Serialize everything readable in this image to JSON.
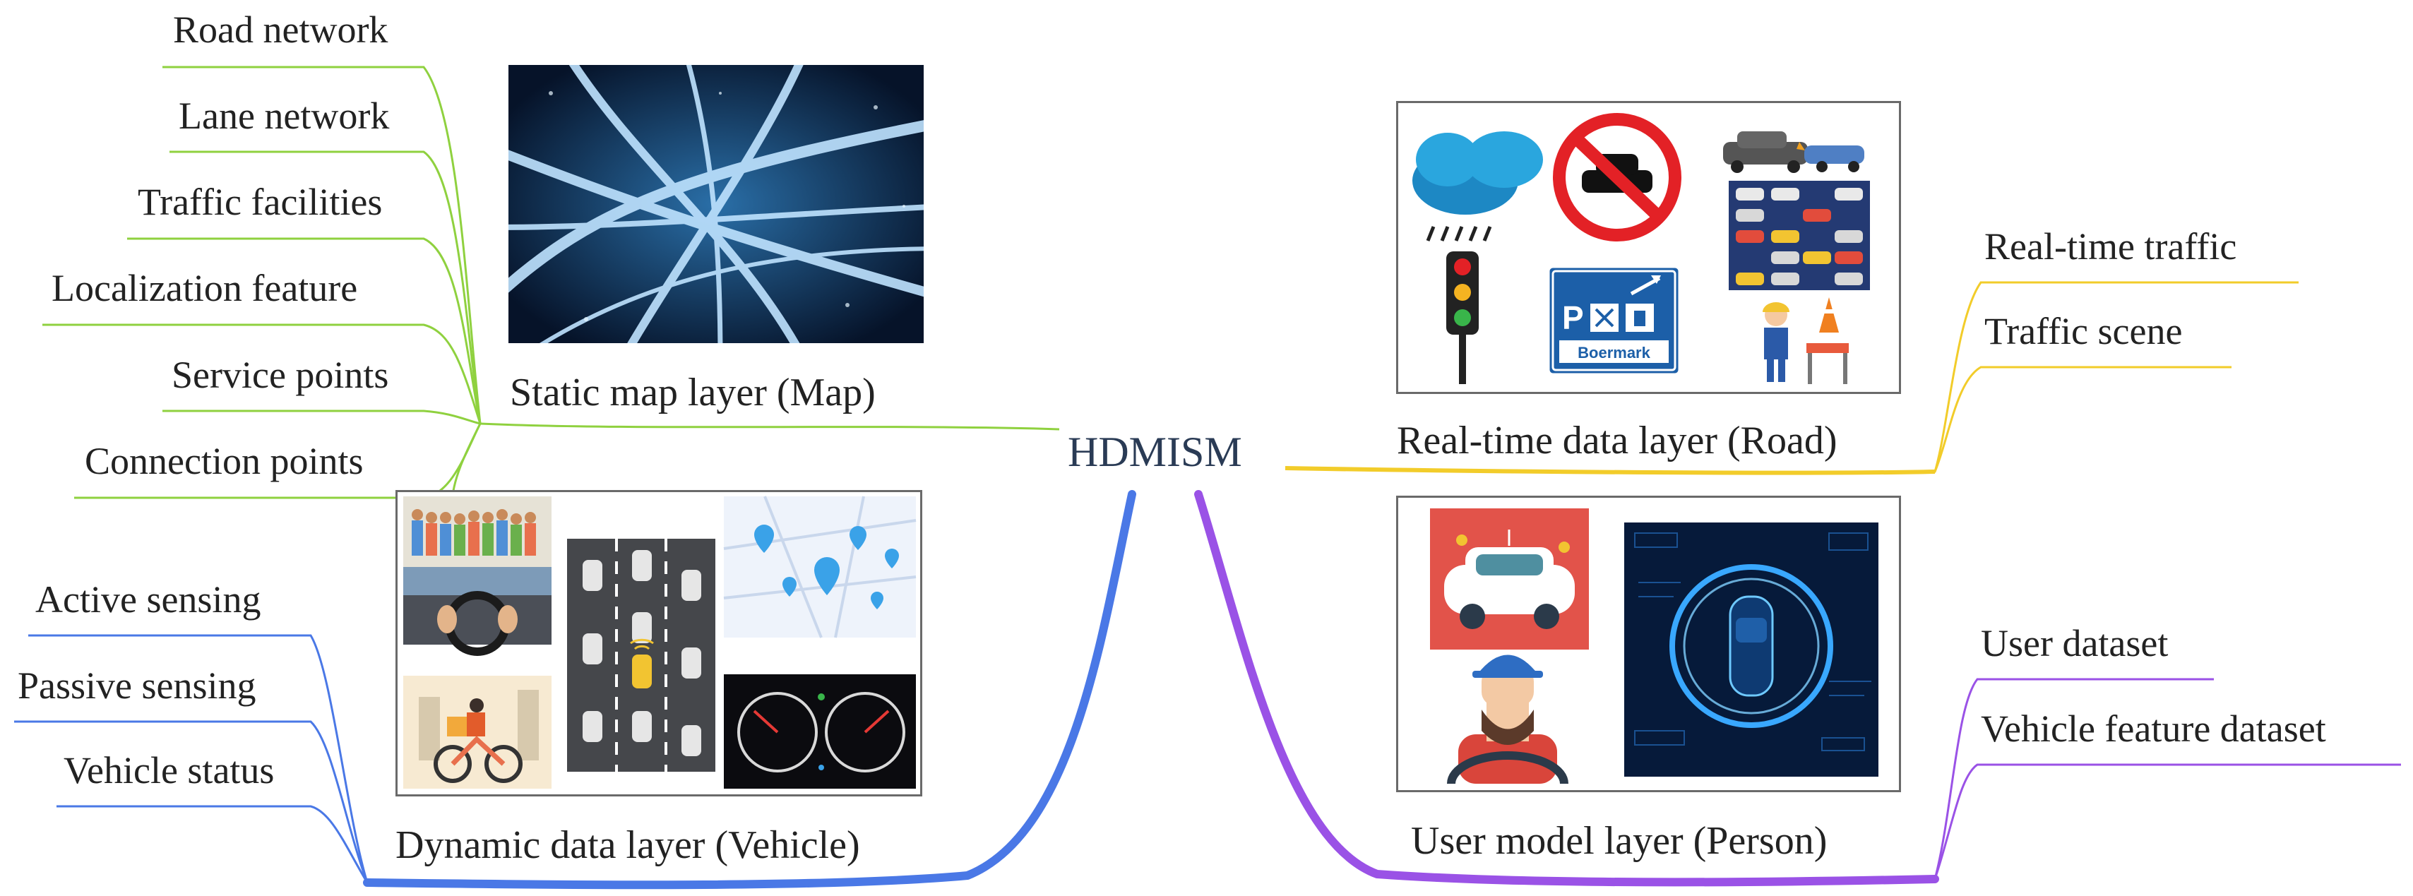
{
  "center": {
    "label": "HDMISM"
  },
  "layers": {
    "map": {
      "label": "Static map layer (Map)",
      "color": "#8fd13f",
      "items": [
        "Road network",
        "Lane network",
        "Traffic facilities",
        "Localization feature",
        "Service points",
        "Connection points"
      ]
    },
    "road": {
      "label": "Real-time data layer (Road)",
      "color": "#f2cc2a",
      "items": [
        "Real-time traffic",
        "Traffic scene"
      ],
      "sign_text": "Boermark"
    },
    "vehicle": {
      "label": "Dynamic data layer (Vehicle)",
      "color": "#4a78e6",
      "items": [
        "Active sensing",
        "Passive sensing",
        "Vehicle status"
      ]
    },
    "person": {
      "label": "User model layer (Person)",
      "color": "#9a52e6",
      "items": [
        "User dataset",
        "Vehicle feature dataset"
      ]
    }
  }
}
